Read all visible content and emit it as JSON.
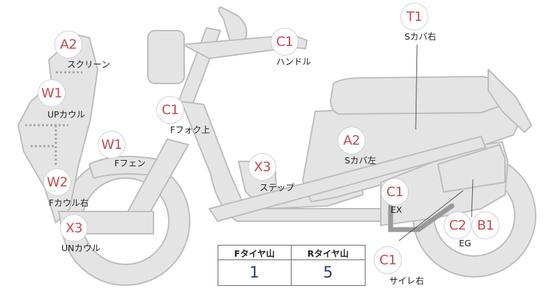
{
  "parts": [
    {
      "code": "A2",
      "label": "スクリーン"
    },
    {
      "code": "W1",
      "label": "UPカウル"
    },
    {
      "code": "W2",
      "label": "Fカウル右"
    },
    {
      "code": "X3",
      "label": "UNカウル"
    },
    {
      "code": "W1",
      "label": "Fフェン"
    },
    {
      "code": "C1",
      "label": "Fフォク上"
    },
    {
      "code": "C1",
      "label": "ハンドル"
    },
    {
      "code": "X3",
      "label": "ステップ"
    },
    {
      "code": "A2",
      "label": "Sカバ左"
    },
    {
      "code": "T1",
      "label": "Sカバ右"
    },
    {
      "code": "C1",
      "label": "EX"
    },
    {
      "code": "C2",
      "label": "EG"
    },
    {
      "code": "B1",
      "label": ""
    },
    {
      "code": "C1",
      "label": "サイレ右"
    }
  ],
  "tire_table": {
    "headers": [
      "Fタイヤ山",
      "Rタイヤ山"
    ],
    "values": [
      "1",
      "5"
    ]
  },
  "colors": {
    "marker_text": "#c94a4a",
    "body_fill": "#e4e4e4",
    "body_stroke": "#bdbdbd",
    "table_value": "#2c3e7a"
  }
}
